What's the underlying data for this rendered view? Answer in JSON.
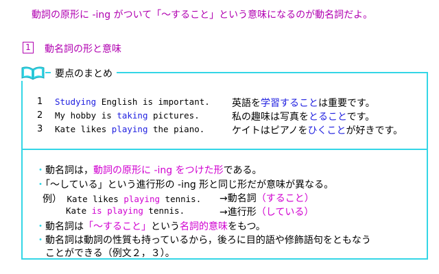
{
  "intro": "動詞の原形に -ing がついて「～すること」という意味になるのが動名詞だよ。",
  "section": {
    "number": "1",
    "title": "動名詞の形と意味"
  },
  "box": {
    "title": "要点のまとめ"
  },
  "examples": [
    {
      "num": "1",
      "en": {
        "pre": "",
        "hl": "Studying",
        "post": " English is important."
      },
      "ja": {
        "pre": "英語を",
        "hl": "学習すること",
        "post": "は重要です。"
      }
    },
    {
      "num": "2",
      "en": {
        "pre": "My hobby is ",
        "hl": "taking",
        "post": " pictures."
      },
      "ja": {
        "pre": "私の趣味は写真を",
        "hl": "とること",
        "post": "です。"
      }
    },
    {
      "num": "3",
      "en": {
        "pre": "Kate likes ",
        "hl": "playing",
        "post": " the piano."
      },
      "ja": {
        "pre": "ケイトはピアノを",
        "hl": "ひくこと",
        "post": "が好きです。"
      }
    }
  ],
  "points": {
    "p1": {
      "pre": "動名詞は，",
      "hl": "動詞の原形に -ing をつけた形",
      "post": "である。"
    },
    "p2": "「～している」という進行形の -ing 形と同じ形だが意味が異なる。",
    "rei1": {
      "label": "例）",
      "pre": "Kate likes ",
      "hl": "playing",
      "post": " tennis.",
      "arrow": "→動名詞",
      "paren": "（すること）"
    },
    "rei2": {
      "pre": "Kate ",
      "hl": "is playing",
      "post": " tennis.",
      "arrow": "→進行形",
      "paren": "（している）"
    },
    "p3": {
      "pre": "動名詞は",
      "hl1": "「～すること」",
      "mid": "という",
      "hl2": "名詞的意味",
      "post": "をもつ。"
    },
    "p4a": "動名詞は動詞の性質も持っているから，後ろに目的語や修飾語句をともなう",
    "p4b": "ことができる（例文２，３）。"
  },
  "colors": {
    "accent": "#b000b0",
    "frame": "#33d6e6",
    "english_highlight": "#2020e0",
    "emphasis": "#d000d0"
  }
}
